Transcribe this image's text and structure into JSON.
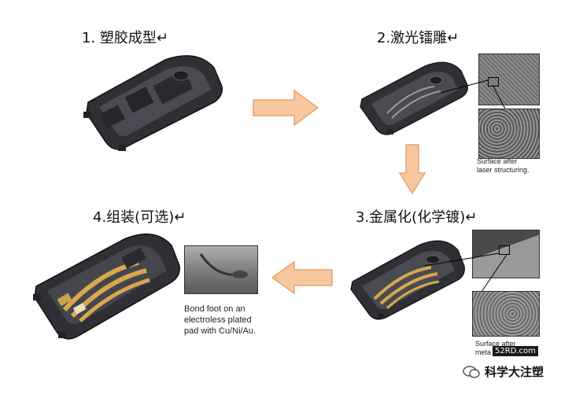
{
  "steps": [
    {
      "title": "1. 塑胶成型↵"
    },
    {
      "title": "2.激光镭雕↵"
    },
    {
      "title": "3.金属化(化学镀)↵"
    },
    {
      "title": "4.组装(可选)↵"
    }
  ],
  "captions": {
    "laser": [
      "Surface after",
      "laser structuring."
    ],
    "bond": [
      "Bond foot on an",
      "electroless plated",
      "pad with Cu/Ni/Au."
    ],
    "metal": [
      "Surface after",
      "meta"
    ]
  },
  "watermark": {
    "site": "52RD.com",
    "brand": "科学大注塑"
  },
  "colors": {
    "arrow_fill": "#f7c79f",
    "arrow_stroke": "#e9a46e",
    "part": "#3b3c42",
    "plating": "#d8a84c"
  }
}
